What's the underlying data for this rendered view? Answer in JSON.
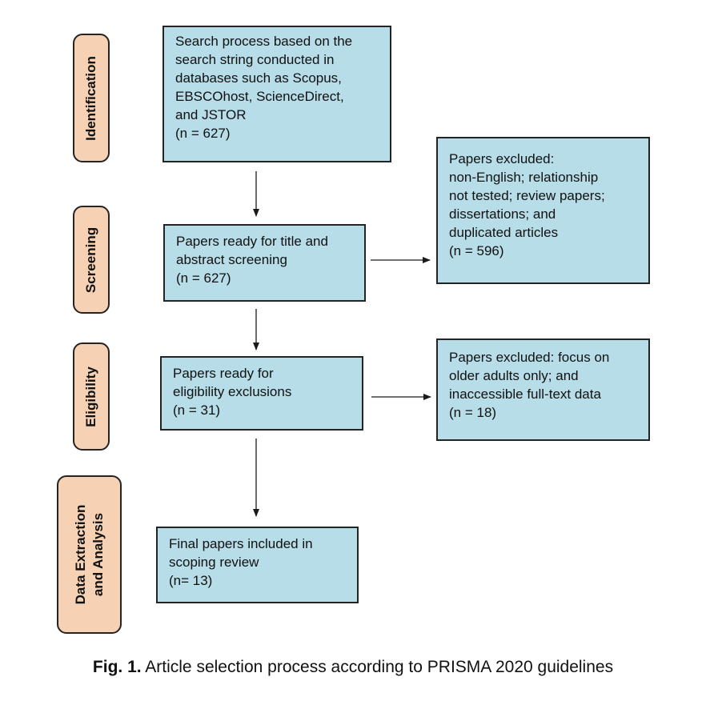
{
  "stages": {
    "identification": "Identification",
    "screening": "Screening",
    "eligibility": "Eligibility",
    "data_extraction": [
      "Data Extraction",
      "and Analysis"
    ]
  },
  "boxes": {
    "search": {
      "lines": [
        "Search process based on the",
        "search string conducted in",
        "databases such as Scopus,",
        "EBSCOhost, ScienceDirect,",
        "and JSTOR",
        "(n = 627)"
      ]
    },
    "screening": {
      "lines": [
        "Papers ready for title and",
        "abstract screening",
        "(n = 627)"
      ]
    },
    "excluded_screening": {
      "lines": [
        "Papers excluded:",
        "non-English; relationship",
        "not tested; review papers;",
        "dissertations; and",
        "duplicated articles",
        "(n = 596)"
      ]
    },
    "eligibility": {
      "lines": [
        "Papers ready for",
        "eligibility exclusions",
        "(n = 31)"
      ]
    },
    "excluded_eligibility": {
      "lines": [
        "Papers excluded: focus on",
        "older adults only; and",
        "inaccessible full-text data",
        "(n = 18)"
      ]
    },
    "final": {
      "lines": [
        "Final papers included in",
        "scoping review",
        "(n= 13)"
      ]
    }
  },
  "caption": {
    "label": "Fig. 1.",
    "text": " Article selection process according to PRISMA 2020 guidelines"
  },
  "colors": {
    "stage_fill": "#f6d1b4",
    "box_fill": "#b7dde8",
    "border": "#242424"
  }
}
